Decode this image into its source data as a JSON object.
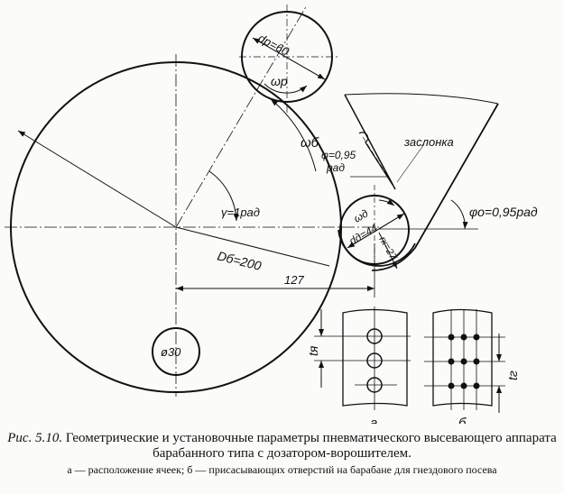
{
  "labels": {
    "dp": "dр=60",
    "omega_p": "ωр",
    "phi": "φ=0,95",
    "phi_unit": "рад",
    "zaslonka": "заслонка",
    "omega_b": "ωб",
    "gamma": "γ=1рад",
    "omega_d": "ωд",
    "dd": "dд=44",
    "rk": "rк=27",
    "phi0": "φо=0,95рад",
    "Db": "Dб=200",
    "dim127": "127",
    "d30": "ø30",
    "t_ya": "tя",
    "t_g": "tг",
    "a": "а",
    "b": "б"
  },
  "caption": {
    "fig": "Рис. 5.10.",
    "title": "Геометрические и установочные параметры пневматического высевающего аппарата барабанного типа с дозатором-ворошителем.",
    "legend": "а — расположение ячеек; б — присасывающих отверстий на барабане для гнездового посева"
  }
}
